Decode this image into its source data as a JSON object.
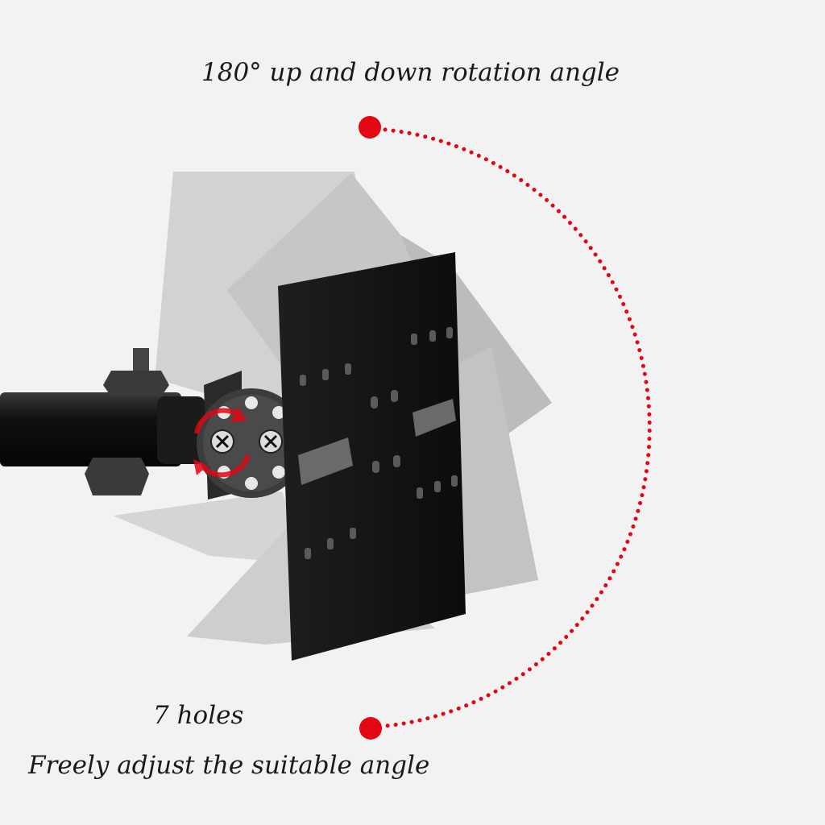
{
  "headline": "180° up and down rotation angle",
  "holes_label": "7 holes",
  "tagline": "Freely adjust the suitable angle",
  "colors": {
    "background": "#f2f2f2",
    "accent": "#e30613",
    "plate": "#151515",
    "ghost_plate": "#c8c8c8"
  },
  "icons": {
    "rotation_arc": "dotted-arc",
    "rotation_marker": "red-dot",
    "rotate_arrows": "circular-arrows-icon",
    "screw": "cross-screw-icon"
  }
}
